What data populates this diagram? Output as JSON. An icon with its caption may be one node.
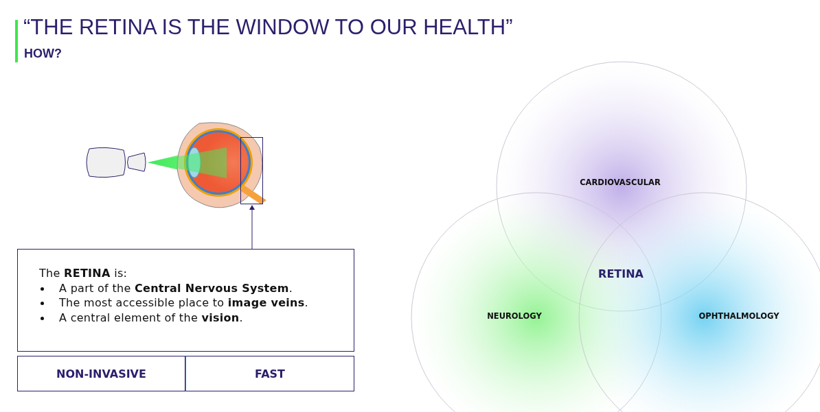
{
  "diagram": {
    "title": "“THE RETINA IS THE WINDOW TO OUR HEALTH”",
    "nodes": [
      {
        "text": [
          "The **RETINA** is:",
          "A part of the **Central Nervous System**.",
          "The most accessible place to **image veins**.",
          "A central element of the **vision**."
        ]
      },
      {
        "text": [],
        "shape": "box"
      },
      {
        "text": [
          "NON-INVASIVE"
        ]
      },
      {
        "text": [
          "FAST"
        ]
      },
      {
        "text": [
          "CARDIOVASCULAR"
        ]
      },
      {
        "text": [
          "NEUROLOGY"
        ]
      },
      {
        "text": [
          "OPHTHALMOLOGY"
        ]
      }
    ],
    "edges": [
      {
        "from": 0,
        "to": 1,
        "arrow": "to"
      }
    ],
    "labels": [
      "HOW?",
      "RETINA"
    ]
  }
}
